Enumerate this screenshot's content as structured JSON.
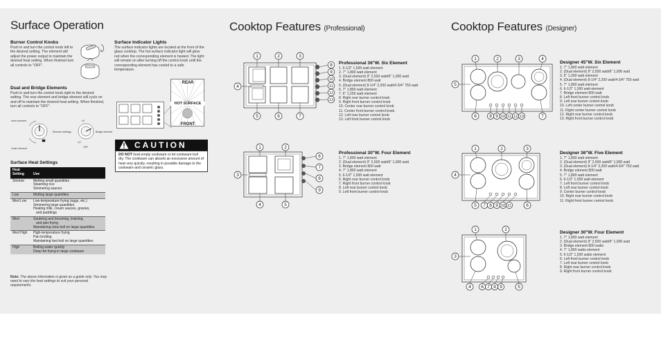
{
  "titles": {
    "surface_operation": "Surface Operation",
    "pro_main": "Cooktop Features",
    "pro_paren": "(Professional)",
    "des_main": "Cooktop Features",
    "des_paren": "(Designer)"
  },
  "burner_knobs": {
    "heading": "Burner Control Knobs",
    "text": "Push in and turn the control knob left to the desired setting. The element will adjust the power output to maintain the desired heat setting. When finished turn all controls to \"OFF\"."
  },
  "dual_bridge": {
    "heading": "Dual and Bridge Elements",
    "text": "Push in and turn the control knob right to the desired setting. The rear element and bridge element will cycle on and off to maintain the desired heat setting. When finished, turn all controls to \"OFF\"."
  },
  "indicator_lights": {
    "heading": "Surface Indicator Lights",
    "text": "The surface indicator lights are located at the front of the glass cooktop. The hot surface indicator light will glow red when the corresponding element is heated. The light will remain on after turning off the control knob until the corresponding element has cooled to a safe temperature."
  },
  "indicator_diagram": {
    "rear": "REAR",
    "hot_surface": "HOT SURFACE",
    "front": "FRONT"
  },
  "knob_diagram": {
    "inner": "Inner element",
    "outer": "Outer element",
    "settings": "Element settings:",
    "bridge": "Bridge element",
    "hi": "HI",
    "lo": "LO",
    "off": "OFF"
  },
  "caution": {
    "title": "CAUTION",
    "bold": "DO NOT",
    "text": " heat empty cookware or let cookware boil dry. The cookware can absorb an excessive amount of heat very quickly, resulting in possible damage to the cookware and ceramic glass."
  },
  "heat_settings": {
    "heading": "Surface Heat Settings",
    "col1": "Heat Setting",
    "col2": "Use",
    "rows": [
      {
        "setting": "Simmer",
        "use": [
          "Melting small quantities",
          "Steaming rice",
          "Simmering sauces"
        ]
      },
      {
        "setting": "Low",
        "use": [
          "Melting large quantities"
        ]
      },
      {
        "setting": "Med Low",
        "use": [
          "Low-temperature frying (eggs, etc.)",
          "Simmering large quantities",
          "Heating milk, cream sauces, gravies,",
          "and puddings"
        ]
      },
      {
        "setting": "Med",
        "use": [
          "Sauteing and browning, braising,",
          "and pan-frying",
          "Maintaining slow boil on large quantities"
        ]
      },
      {
        "setting": "Med High",
        "use": [
          "High-temperature frying",
          "Pan broiling",
          "Maintaining fast boil on large quantities"
        ]
      },
      {
        "setting": "High",
        "use": [
          "Boiling water quickly",
          "Deep-fat frying in large cookware"
        ]
      }
    ],
    "note_label": "Note:",
    "note": " The above information is given as a guide only. You may need to vary the heat settings to suit your personal requirements."
  },
  "pro36": {
    "title": "Professional 36\"W. Six Element",
    "items": [
      "1.  6-1/2\" 1,500 watt element",
      "2.  7\" 1,800 watt element",
      "3.  (Dual element) 9\" 2,500 watt/6\" 1,000 watt",
      "4.  Bridge element 800 watt",
      "5.  (Dual element) 8-1/4\" 2,200 watt/4-3/4\" 750 watt",
      "6.  7\" 1,800 watt element",
      "7.  6\" 1,200 watt element",
      "8.  Right rear burner control knob",
      "9.  Right front burner control knob",
      "10. Center rear burner control knob",
      "11. Center front burner control knob",
      "12. Left rear burner control knob",
      "13. Left front burner control knob"
    ]
  },
  "pro30": {
    "title": "Professional 30\"W. Four Element",
    "items": [
      "1.  7\" 1,800 watt element",
      "2.  (Dual element) 9\" 2,500 watt/6\" 1,000 watt",
      "3.  Bridge element 800 watt",
      "4.  7\" 1,800 watt element",
      "5.  6-1/2\" 1,500 watt element",
      "6.  Right rear burner control knob",
      "7.  Right front burner control knob",
      "8.  Left rear burner control knob",
      "9.  Left front burner control knob"
    ]
  },
  "des45": {
    "title": "Designer 45\"W. Six Element",
    "items": [
      "1.  7\" 1,800 watt element",
      "2.  (Dual element) 9\" 2,500 watt/6\" 1,000 watt",
      "3.  6\" 1,200 watt element",
      "4.  (Dual element) 8-1/4\" 2,200 watt/4-3/4\" 750 watt",
      "5.  7\" 1,800 watt element",
      "6.  6-1/2\" 1,500 watt element",
      "7.  Bridge element 800 watt",
      "8.  Left front burner control knob",
      "9.  Left rear burner control knob",
      "10. Left center burner control knob",
      "11. Right center burner control knob",
      "12. Right rear burner control knob",
      "13. Right front burner control knob"
    ]
  },
  "des36": {
    "title": "Designer 36\"W. Five Element",
    "items": [
      "1.  7\" 1,800 watt element",
      "2.  (Dual element) 9\" 2,500 watt/6\" 1,000 watt",
      "3.  (Dual element) 8-1/4\" 2,200 watt/4-3/4\" 750 watt",
      "4.  Bridge element 800 watt",
      "5.  7\" 1,800 watt element",
      "6.  6-1/2\" 1,500 watt element",
      "7.  Left front burner control knob",
      "8.  Left rear burner control knob",
      "9.  Center burner control knob",
      "10. Right rear burner control knob",
      "11. Right front burner control knob"
    ]
  },
  "des30": {
    "title": "Designer 30\"W. Four Element",
    "items": [
      "1.  7\" 1,800 watt element",
      "2.  (Dual element) 9\" 2,500 watt/6\" 1,000 watt",
      "3.  Bridge element 800 watts",
      "4.  7\" 1,800 watts element",
      "5.  6-1/2\" 1,500 watts element",
      "6.  Left front burner control knob",
      "7.  Left rear burner control knob",
      "8.  Right rear burner control knob",
      "9.  Right front burner control knob"
    ]
  },
  "callouts": {
    "pro36": [
      "1",
      "2",
      "3",
      "4",
      "5",
      "6",
      "7",
      "8",
      "9",
      "10",
      "11",
      "12",
      "13"
    ],
    "pro30": [
      "1",
      "2",
      "3",
      "4",
      "5",
      "6",
      "7",
      "8",
      "9"
    ],
    "des45": [
      "1",
      "2",
      "3",
      "4",
      "5",
      "6",
      "7",
      "8",
      "9",
      "10",
      "11",
      "12",
      "13"
    ],
    "des36": [
      "1",
      "2",
      "3",
      "4",
      "5",
      "6",
      "7",
      "8",
      "9",
      "10",
      "11"
    ],
    "des30": [
      "1",
      "2",
      "3",
      "4",
      "5",
      "6",
      "7",
      "8",
      "9"
    ]
  }
}
